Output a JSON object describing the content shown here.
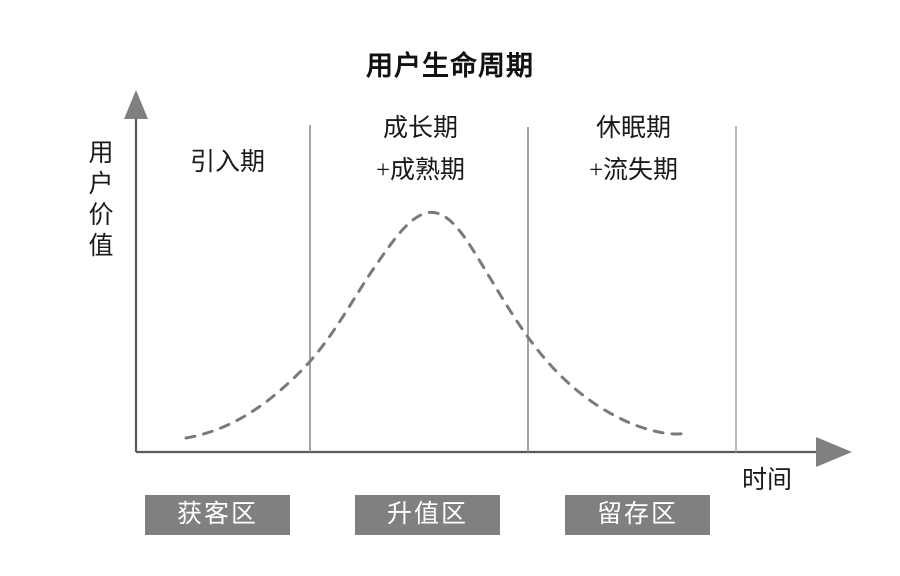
{
  "chart_data": {
    "type": "line",
    "title": "用户生命周期",
    "xlabel": "时间",
    "ylabel": "用户价值",
    "grid": false,
    "legend": "none",
    "line_style": "dashed",
    "line_color": "#7a7a7a",
    "axis_color": "#595959",
    "divider_color": "#8c8c8c",
    "badge_color": "#808080",
    "badge_text_color": "#ffffff",
    "xlim": [
      0,
      100
    ],
    "ylim": [
      0,
      100
    ],
    "x": [
      6,
      12,
      18,
      24,
      30,
      34,
      38,
      42,
      46,
      50,
      54,
      58,
      62,
      66,
      70,
      74,
      78,
      82,
      86,
      90
    ],
    "y": [
      4,
      9,
      16,
      25,
      37,
      48,
      60,
      72,
      84,
      92,
      97,
      99,
      96,
      88,
      76,
      62,
      48,
      34,
      21,
      8
    ],
    "annotations": [
      "引入期",
      "成长期 +成熟期",
      "休眠期 +流失期"
    ],
    "phase_dividers_x": [
      310,
      528,
      736
    ],
    "peak": {
      "x": 425,
      "y": 212
    }
  },
  "chart": {
    "title": "用户生命周期",
    "y_axis_label_chars": [
      "用",
      "户",
      "价",
      "值"
    ],
    "x_axis_label": "时间",
    "phases": [
      {
        "lines": [
          "引入期"
        ]
      },
      {
        "lines": [
          "成长期",
          "+成熟期"
        ]
      },
      {
        "lines": [
          "休眠期",
          "+流失期"
        ]
      }
    ],
    "zones": [
      {
        "label": "获客区"
      },
      {
        "label": "升值区"
      },
      {
        "label": "留存区"
      }
    ],
    "colors": {
      "axis": "#595959",
      "curve": "#7a7a7a",
      "divider": "#8c8c8c",
      "badge_bg": "#808080",
      "badge_text": "#ffffff",
      "title_text": "#111111",
      "body_text": "#1a1a1a"
    }
  }
}
